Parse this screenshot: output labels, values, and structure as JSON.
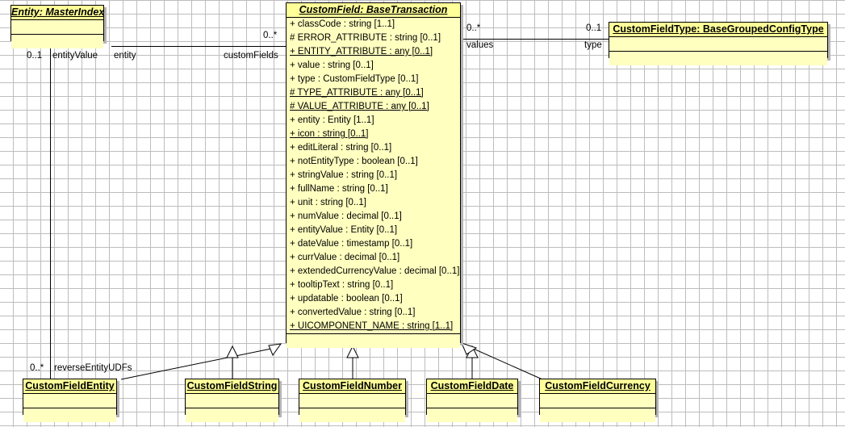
{
  "diagram": {
    "type": "uml-class-diagram",
    "background": "#ffffff",
    "grid_color": "#bdbdbd",
    "class_fill": "#ffffc0",
    "class_title_fill": "#ffff99",
    "shadow_color": "#b4b4b4",
    "line_color": "#000000"
  },
  "classes": {
    "entity": {
      "title": "Entity: MasterIndex",
      "attributes": []
    },
    "custom_field": {
      "title": "CustomField: BaseTransaction",
      "attributes": [
        {
          "text": "+ classCode : string [1..1]",
          "underline": false
        },
        {
          "text": "# ERROR_ATTRIBUTE : string [0..1]",
          "underline": false
        },
        {
          "text": "+ ENTITY_ATTRIBUTE : any [0..1]",
          "underline": true
        },
        {
          "text": "+ value : string [0..1]",
          "underline": false
        },
        {
          "text": "+ type : CustomFieldType [0..1]",
          "underline": false
        },
        {
          "text": "# TYPE_ATTRIBUTE : any [0..1]",
          "underline": true
        },
        {
          "text": "# VALUE_ATTRIBUTE : any [0..1]",
          "underline": true
        },
        {
          "text": "+ entity : Entity [1..1]",
          "underline": false
        },
        {
          "text": "+ icon : string [0..1]",
          "underline": true
        },
        {
          "text": "+ editLiteral : string [0..1]",
          "underline": false
        },
        {
          "text": "+ notEntityType : boolean [0..1]",
          "underline": false
        },
        {
          "text": "+ stringValue : string [0..1]",
          "underline": false
        },
        {
          "text": "+ fullName : string [0..1]",
          "underline": false
        },
        {
          "text": "+ unit : string [0..1]",
          "underline": false
        },
        {
          "text": "+ numValue : decimal [0..1]",
          "underline": false
        },
        {
          "text": "+ entityValue : Entity [0..1]",
          "underline": false
        },
        {
          "text": "+ dateValue : timestamp [0..1]",
          "underline": false
        },
        {
          "text": "+ currValue : decimal [0..1]",
          "underline": false
        },
        {
          "text": "+ extendedCurrencyValue : decimal [0..1]",
          "underline": false
        },
        {
          "text": "+ tooltipText : string [0..1]",
          "underline": false
        },
        {
          "text": "+ updatable : boolean [0..1]",
          "underline": false
        },
        {
          "text": "+ convertedValue : string [0..1]",
          "underline": false
        },
        {
          "text": "+ UICOMPONENT_NAME : string [1..1]",
          "underline": true
        }
      ]
    },
    "custom_field_type": {
      "title": "CustomFieldType: BaseGroupedConfigType",
      "attributes": []
    },
    "custom_field_entity": {
      "title": "CustomFieldEntity",
      "attributes": []
    },
    "custom_field_string": {
      "title": "CustomFieldString",
      "attributes": []
    },
    "custom_field_number": {
      "title": "CustomFieldNumber",
      "attributes": []
    },
    "custom_field_date": {
      "title": "CustomFieldDate",
      "attributes": []
    },
    "custom_field_currency": {
      "title": "CustomFieldCurrency",
      "attributes": []
    }
  },
  "edge_labels": {
    "entity_value_mult": "0..1",
    "entity_value_role": "entityValue",
    "entity_role": "entity",
    "custom_fields_role": "customFields",
    "custom_fields_mult": "0..*",
    "values_role": "values",
    "values_mult": "0..*",
    "type_role": "type",
    "type_mult": "0..1",
    "reverse_entity_udfs_mult": "0..*",
    "reverse_entity_udfs_role": "reverseEntityUDFs"
  }
}
